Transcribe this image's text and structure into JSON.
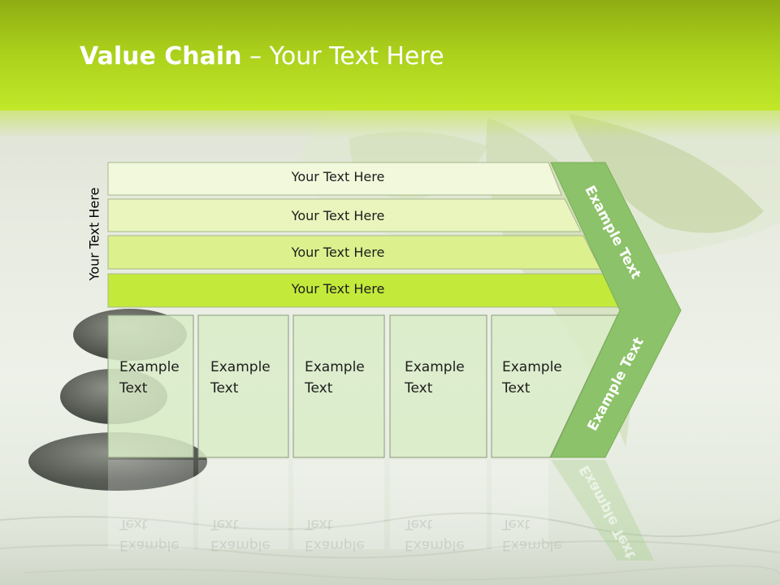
{
  "title": {
    "bold": "Value Chain",
    "rest": " – Your Text Here"
  },
  "side_label": "Your Text Here",
  "bands": [
    {
      "label": "Your Text Here",
      "color": "#f2f8dc"
    },
    {
      "label": "Your Text Here",
      "color": "#e9f5bd"
    },
    {
      "label": "Your Text Here",
      "color": "#dcf08e"
    },
    {
      "label": "Your Text Here",
      "color": "#c3ea3a"
    }
  ],
  "boxes": [
    {
      "label": "Example\nText"
    },
    {
      "label": "Example\nText"
    },
    {
      "label": "Example\nText"
    },
    {
      "label": "Example\nText"
    },
    {
      "label": "Example\nText"
    }
  ],
  "arrow": {
    "top_label": "Example Text",
    "bottom_label": "Example Text",
    "color": "#8cc269"
  },
  "colors": {
    "header": "#a9cf1b",
    "box_fill": "#d9ecc8",
    "box_border": "#8a9a78"
  }
}
